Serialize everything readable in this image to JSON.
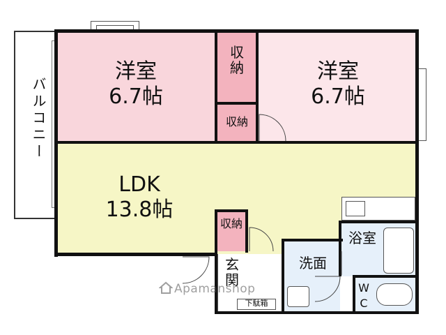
{
  "colors": {
    "western_room": "#f9d6dc",
    "western_room_right": "#fce6ea",
    "storage": "#f3b3be",
    "ldk": "#f6f6c6",
    "wet_area": "#e6f0fa",
    "wall": "#111111"
  },
  "rooms": {
    "western_left": {
      "name": "洋室",
      "size": "6.7帖"
    },
    "western_right": {
      "name": "洋室",
      "size": "6.7帖"
    },
    "ldk": {
      "name": "LDK",
      "size": "13.8帖"
    },
    "storage_top": "収納",
    "storage_mid": "収納",
    "storage_ldk": "収納",
    "entrance": "玄関",
    "bath": "浴室",
    "washroom": "洗面",
    "wc": "WC",
    "shoe_box": "下駄箱",
    "balcony": "バルコニー"
  },
  "watermark": "Apamanshop"
}
